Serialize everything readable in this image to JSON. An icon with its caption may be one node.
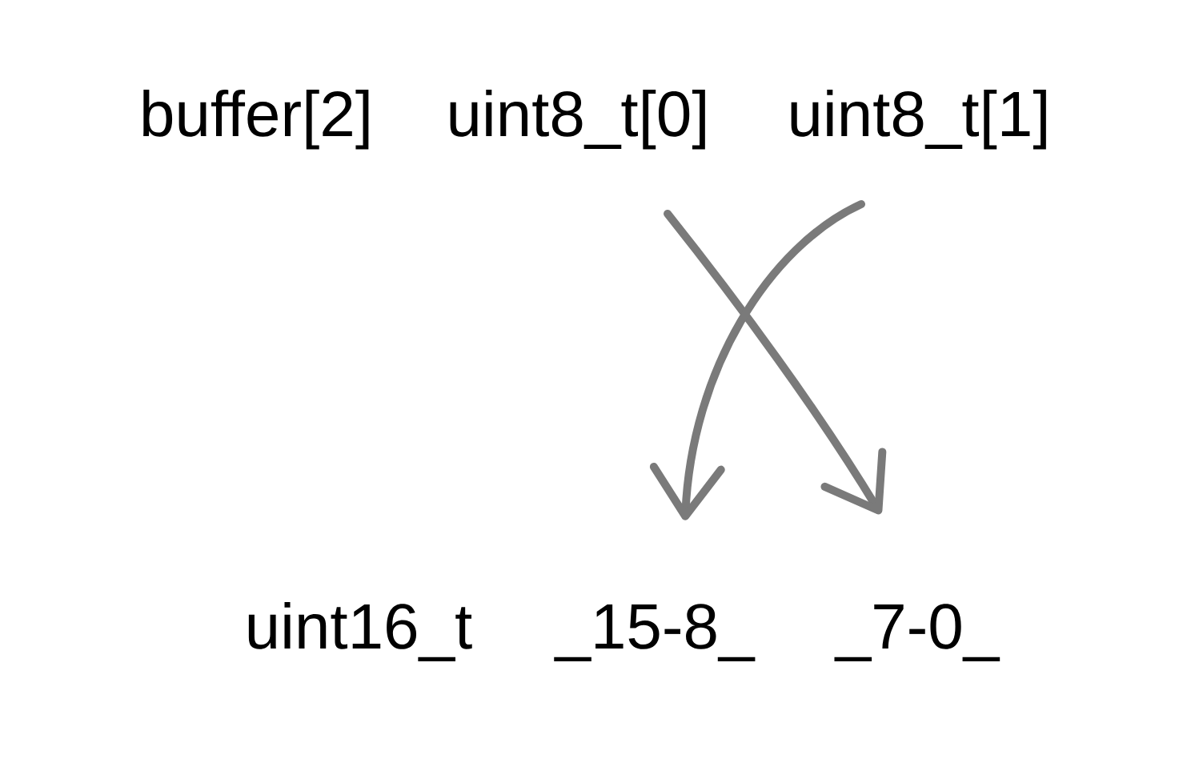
{
  "diagram": {
    "nodes": [
      {
        "text": [
          "uint8_t[0]"
        ]
      },
      {
        "text": [
          "uint8_t[1]"
        ]
      },
      {
        "text": [
          "_15-8_"
        ]
      },
      {
        "text": [
          "_7-0_"
        ]
      }
    ],
    "edges": [
      {
        "from": 0,
        "to": 3,
        "arrow": "to"
      },
      {
        "from": 1,
        "to": 2,
        "arrow": "to"
      }
    ],
    "labels": [
      "buffer[2]",
      "uint16_t"
    ]
  }
}
